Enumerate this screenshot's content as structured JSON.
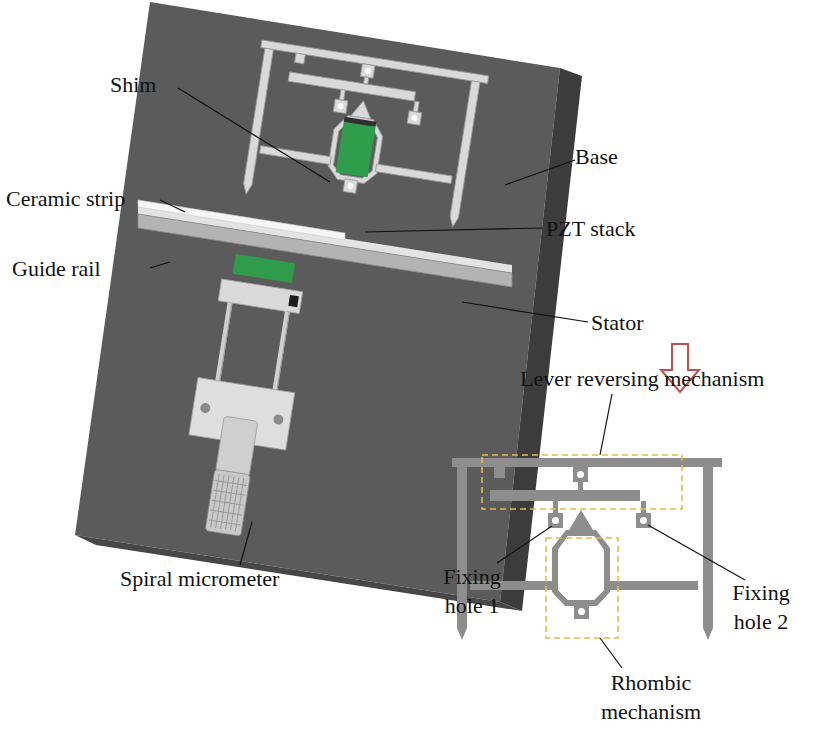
{
  "diagram": {
    "labels": [
      "Shim",
      "Base",
      "Ceramic strip",
      "PZT stack",
      "Guide rail",
      "Stator",
      "Spiral micrometer",
      "Lever reversing mechanism",
      "Fixing hole 1",
      "Fixing hole 2",
      "Rhombic mechanism"
    ]
  }
}
